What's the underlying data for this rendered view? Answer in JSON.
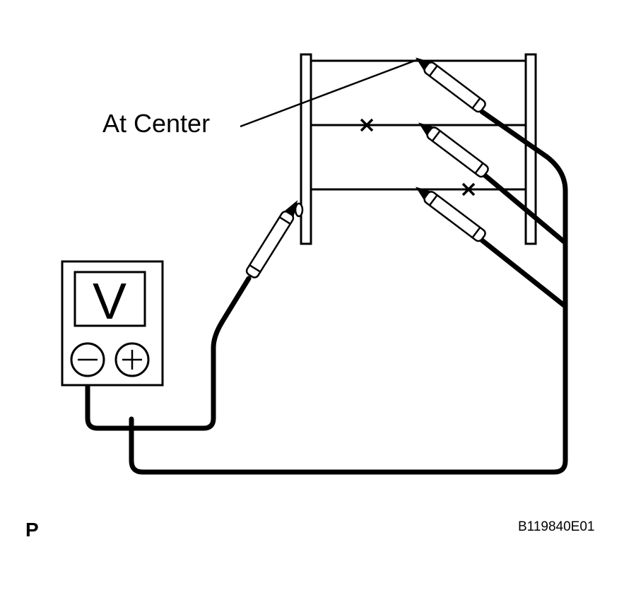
{
  "labels": {
    "at_center": "At Center",
    "page_mark": "P",
    "figure_code": "B119840E01"
  },
  "meter": {
    "display_symbol": "V",
    "negative_terminal": "−",
    "positive_terminal": "+"
  },
  "icons": [
    "voltmeter-icon",
    "test-probe-icon",
    "no-continuity-mark-icon"
  ],
  "colors": {
    "ink": "#000000",
    "background": "#ffffff"
  }
}
